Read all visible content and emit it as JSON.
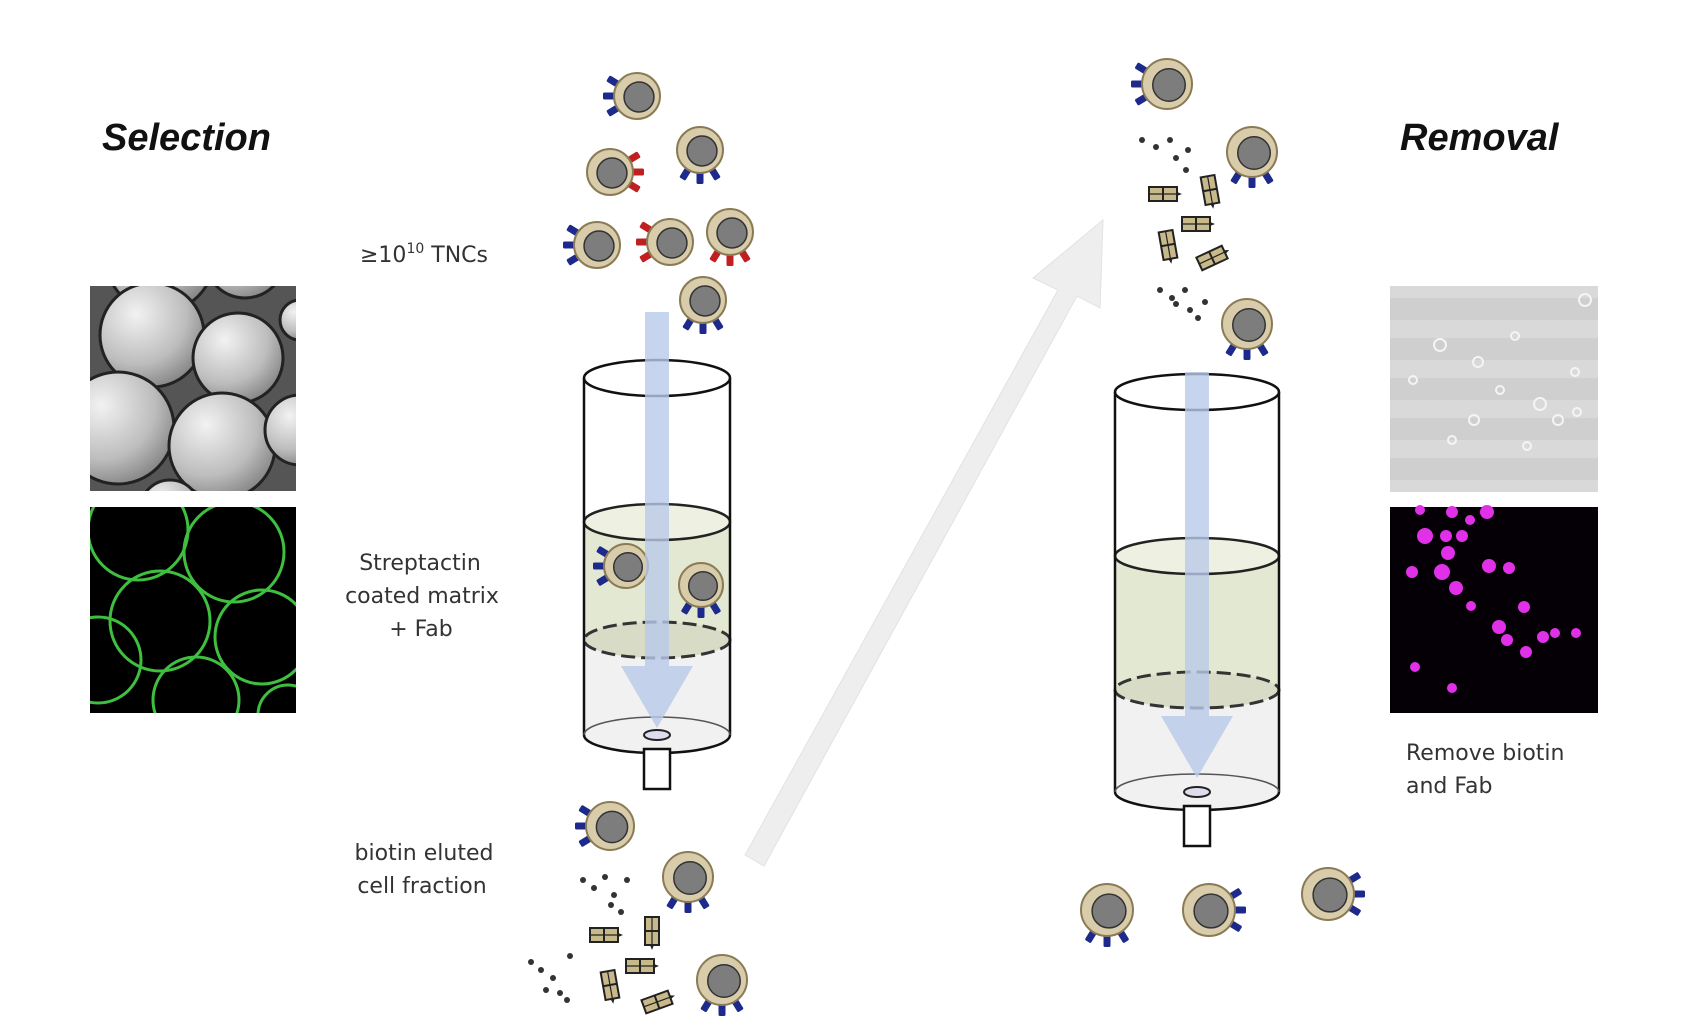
{
  "headings": {
    "selection": "Selection",
    "removal": "Removal"
  },
  "labels": {
    "tnc_prefix": "≥10",
    "tnc_exponent": "10",
    "tnc_suffix": " TNCs",
    "matrix_line1": "Streptactin",
    "matrix_line2": "coated matrix",
    "matrix_line3": "+ Fab",
    "eluted_line1": "biotin eluted",
    "eluted_line2": "cell fraction",
    "removal_line1": "Remove biotin",
    "removal_line2": "and Fab"
  },
  "colors": {
    "cell_body": "#d8ccaa",
    "cell_outline": "#8a7b55",
    "nucleus": "#7d7d7d",
    "receptor_blue": "#1d2a8c",
    "receptor_red": "#c02020",
    "matrix_fill": "#e3e8d2",
    "flow_arrow": "#b9c9e8",
    "transfer_arrow": "#eeeeee",
    "bead_outline_green": "#3fbf3f",
    "bead_dot_magenta": "#e030e8"
  },
  "icons": [
    "cell-icon",
    "column-icon",
    "fab-fragment-icon",
    "biotin-dot-icon",
    "flow-arrow-icon"
  ]
}
